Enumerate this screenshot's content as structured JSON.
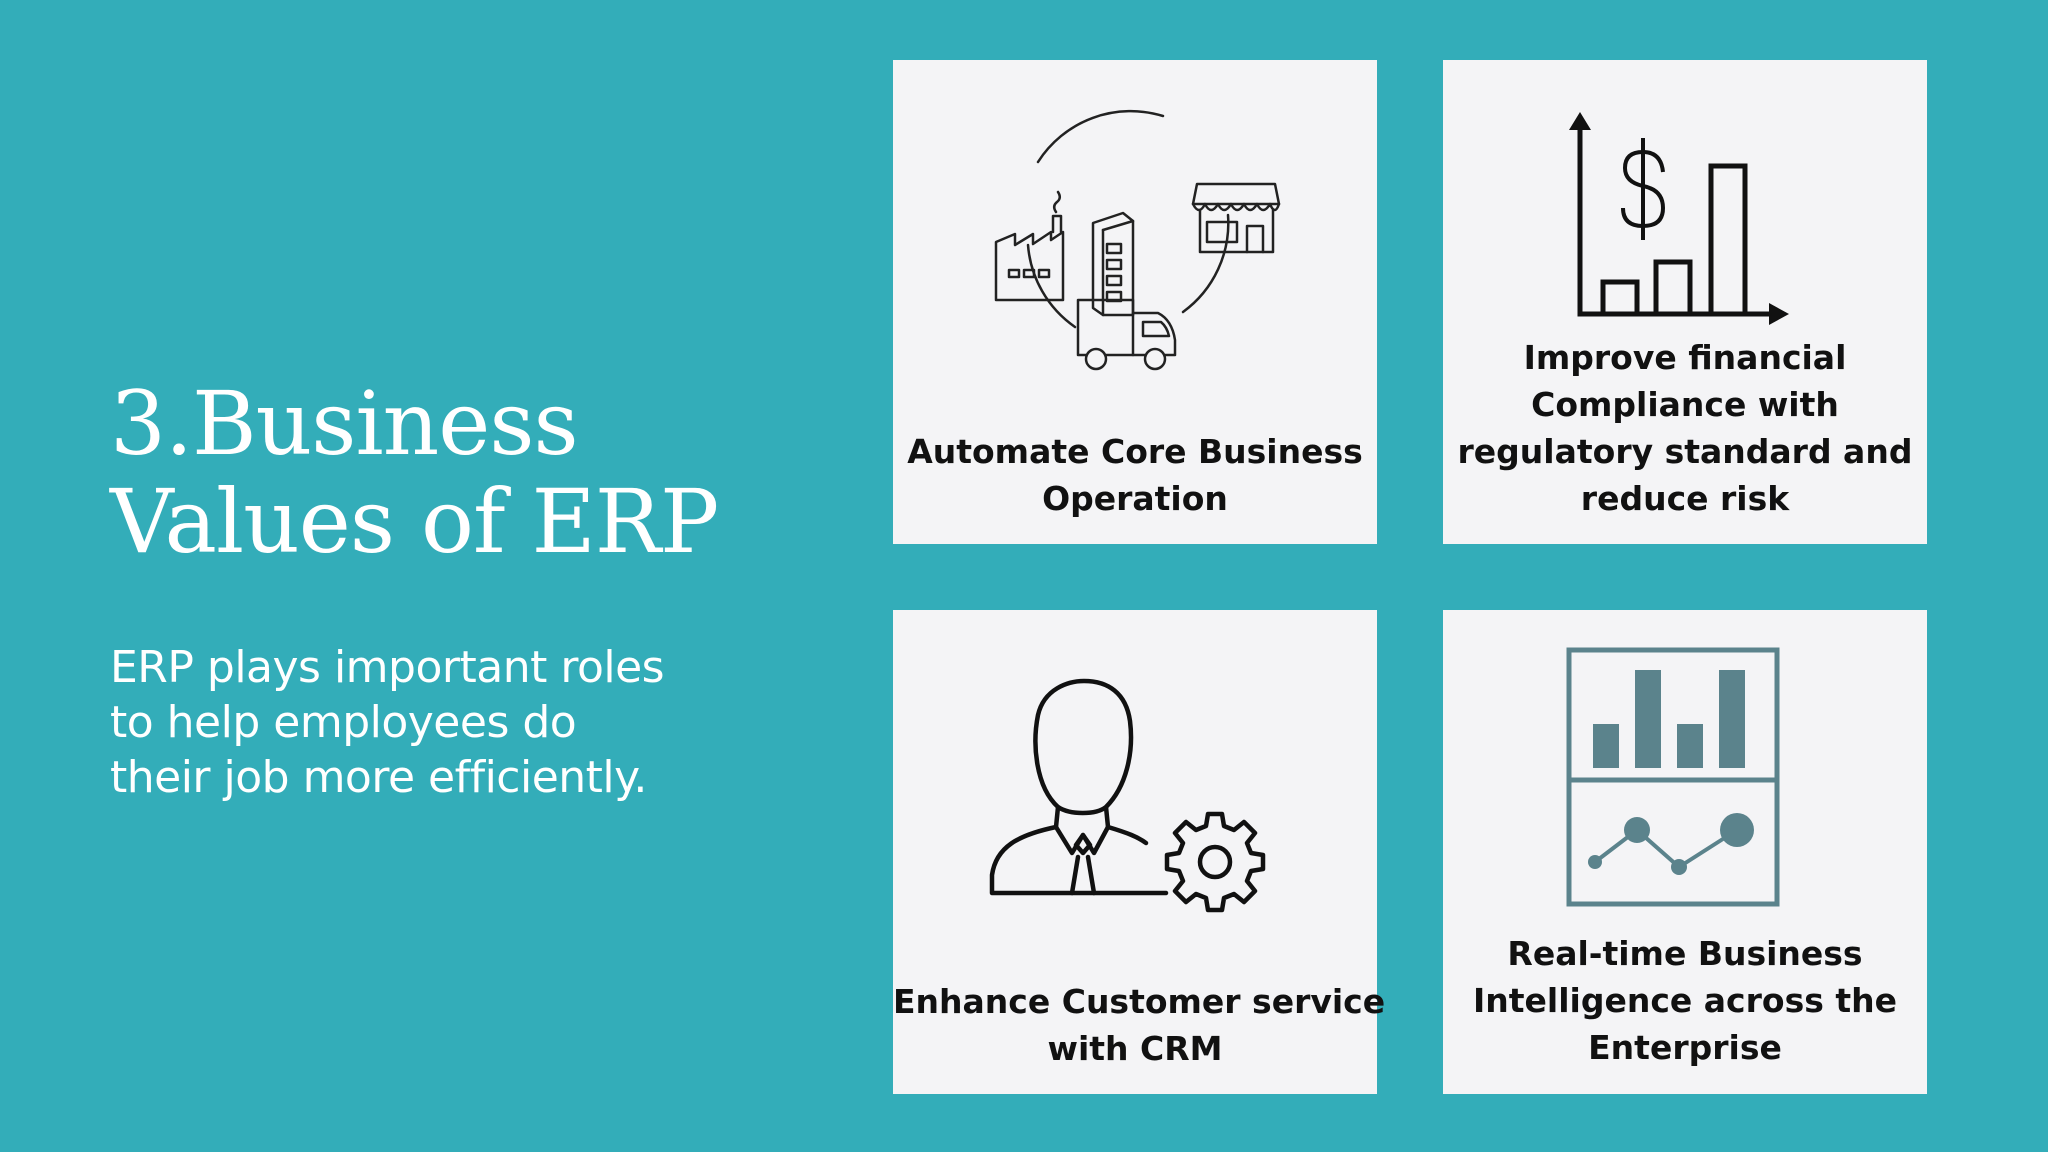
{
  "slide": {
    "title_lines": [
      "3.Business",
      "Values of ERP"
    ],
    "subtitle_lines": [
      "ERP plays important roles",
      "to help employees do",
      "their job more efficiently."
    ]
  },
  "cards": [
    {
      "icon": "supply-chain-cycle-icon",
      "label_lines": [
        "Automate Core Business",
        "Operation"
      ]
    },
    {
      "icon": "financial-growth-chart-icon",
      "label_lines": [
        "Improve financial",
        "Compliance with",
        "regulatory standard and",
        "reduce risk"
      ]
    },
    {
      "icon": "customer-service-person-gear-icon",
      "label_lines": [
        "Enhance Customer service",
        "with CRM"
      ]
    },
    {
      "icon": "business-intelligence-dashboard-icon",
      "label_lines": [
        "Real-time Business",
        "Intelligence across the",
        "Enterprise"
      ]
    }
  ],
  "colors": {
    "background": "#33adb9",
    "card": "#f4f4f6",
    "text_dark": "#111111",
    "dashboard_accent": "#5b838c"
  }
}
